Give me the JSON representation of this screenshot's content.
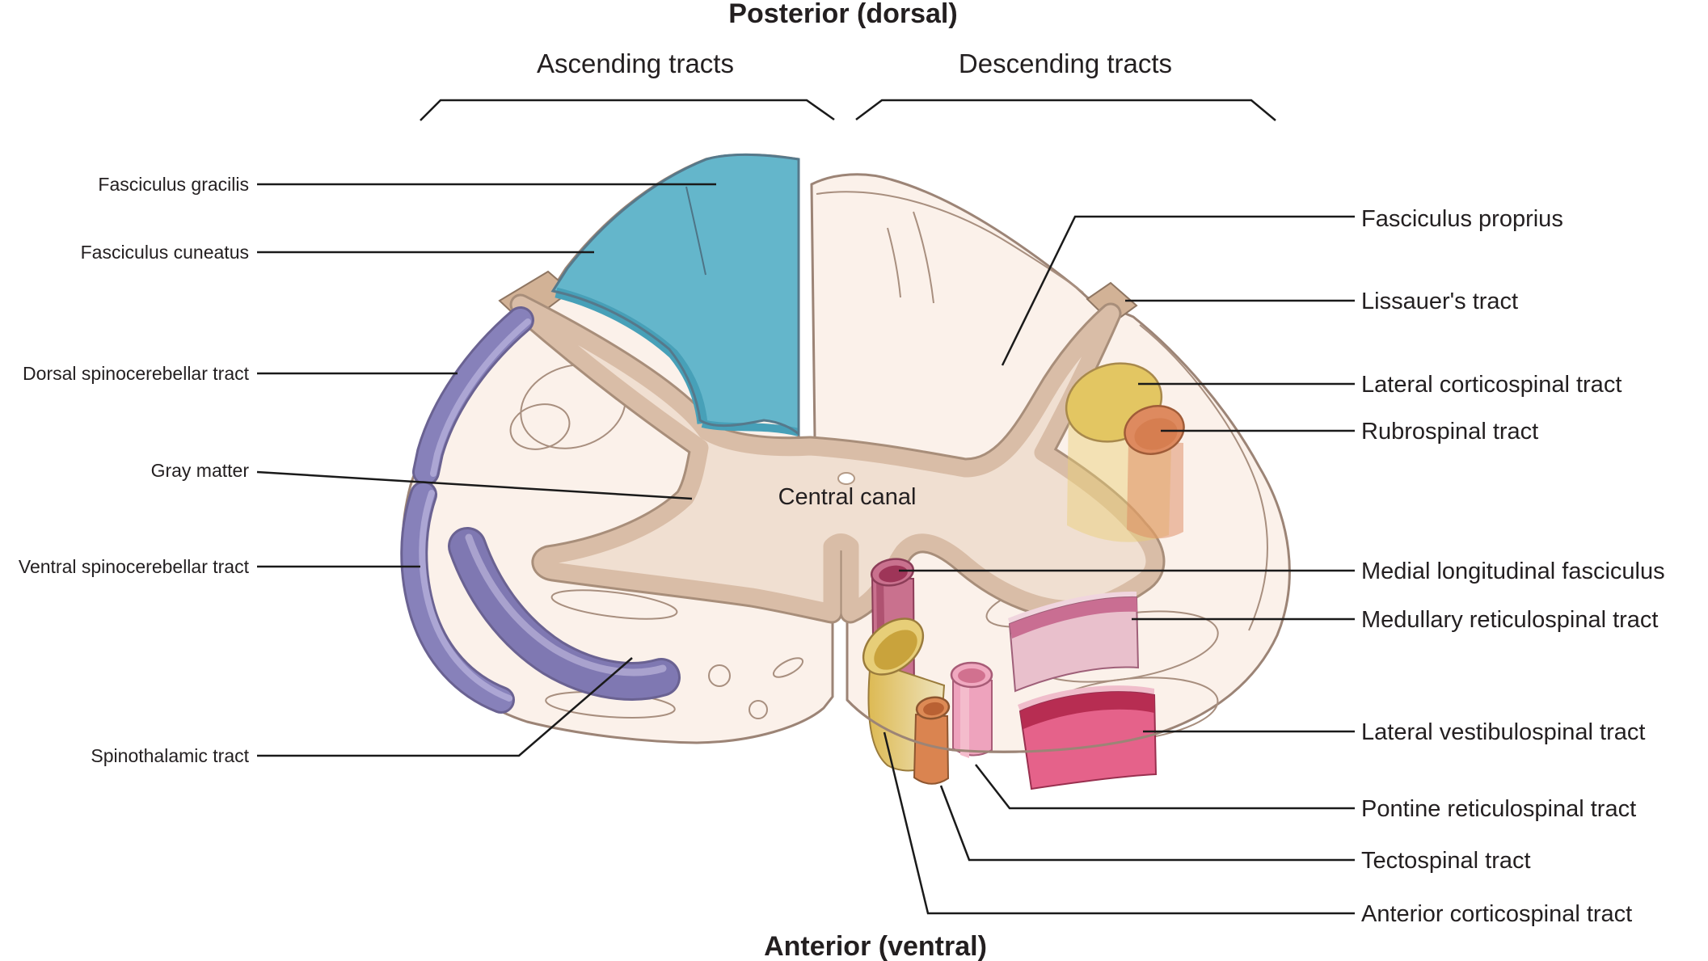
{
  "titles": {
    "top": "Posterior (dorsal)",
    "bottom": "Anterior (ventral)",
    "left_group": "Ascending tracts",
    "right_group": "Descending tracts"
  },
  "labels": {
    "center": "Central canal",
    "left": [
      "Fasciculus gracilis",
      "Fasciculus cuneatus",
      "Dorsal spinocerebellar tract",
      "Gray matter",
      "Ventral spinocerebellar tract",
      "Spinothalamic tract"
    ],
    "right": [
      "Fasciculus proprius",
      "Lissauer's tract",
      "Lateral corticospinal tract",
      "Rubrospinal tract",
      "Medial longitudinal fasciculus",
      "Medullary reticulospinal tract",
      "Lateral vestibulospinal tract",
      "Pontine reticulospinal tract",
      "Tectospinal tract",
      "Anterior corticospinal tract"
    ]
  },
  "colors": {
    "white_matter": "#FBF1EA",
    "outline": "#9C8476",
    "gray_matter_band": "#D9BDA7",
    "gray_matter_interior": "#F0DFD1",
    "dorsal_columns_teal": "#64B6CB",
    "teal_shade": "#47A0B8",
    "ascending_purple": "#8781BA",
    "spinothalamic_purple": "#7F78B2",
    "corticospinal_yellow": "#E3C662",
    "rubrospinal_orange": "#DE8A5F",
    "mlf_rose": "#C9718E",
    "mlf_inner_crimson": "#9E3558",
    "medullary_pink": "#E9C0CC",
    "vestibulospinal_pink": "#E5628A",
    "vestibulospinal_crimson": "#B72D52",
    "pontine_pink": "#F0A9C0",
    "tectospinal_orange": "#DD8A55",
    "anterior_cortico_yellow": "#E7CE78",
    "leader_line": "#1A1A1A",
    "text": "#231F20"
  }
}
